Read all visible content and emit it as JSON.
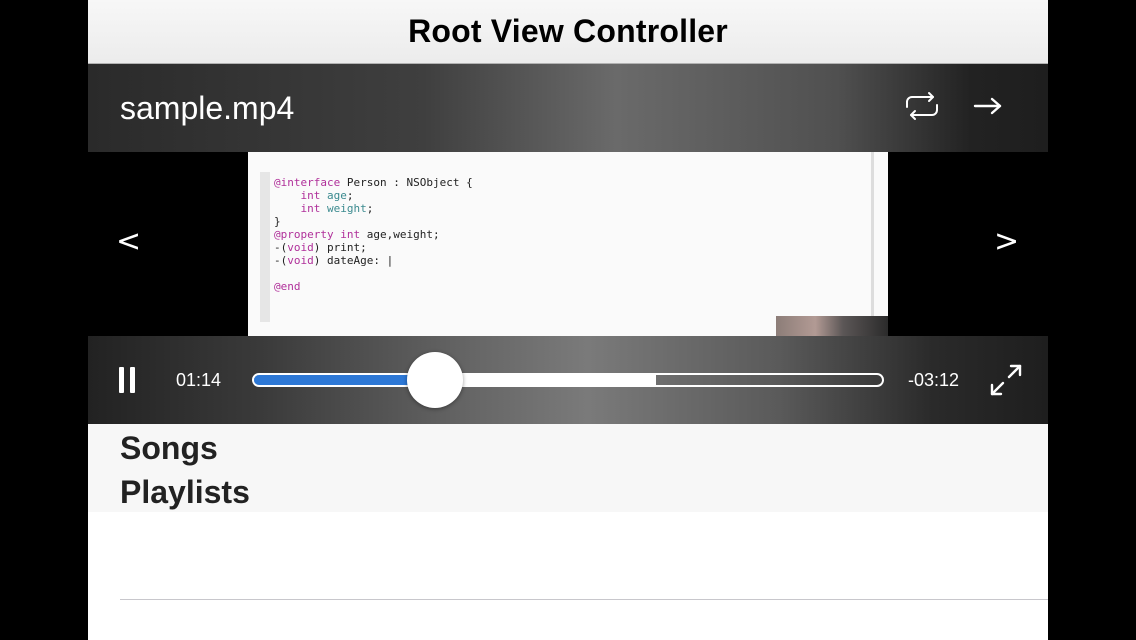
{
  "navbar": {
    "title": "Root View Controller"
  },
  "player": {
    "file_name": "sample.mp4",
    "icons": {
      "repeat": "repeat-icon",
      "next": "arrow-right-icon",
      "prev_chapter": "chevron-left-icon",
      "next_chapter": "chevron-right-icon",
      "pause": "pause-icon",
      "fullscreen": "expand-icon"
    },
    "prev_label": "<",
    "next_label": ">",
    "elapsed": "01:14",
    "remaining": "-03:12",
    "progress_fraction": 0.29,
    "buffered_fraction": 0.64,
    "accent_color": "#2d78d6"
  },
  "video_frame": {
    "code_lines": [
      "@interface Person : NSObject {",
      "    int age;",
      "    int weight;",
      "}",
      "@property int age,weight;",
      "-(void) print;",
      "-(void) dateAge: |",
      "",
      "@end"
    ]
  },
  "list": {
    "items": [
      {
        "label": "Songs"
      },
      {
        "label": "Playlists"
      }
    ]
  }
}
